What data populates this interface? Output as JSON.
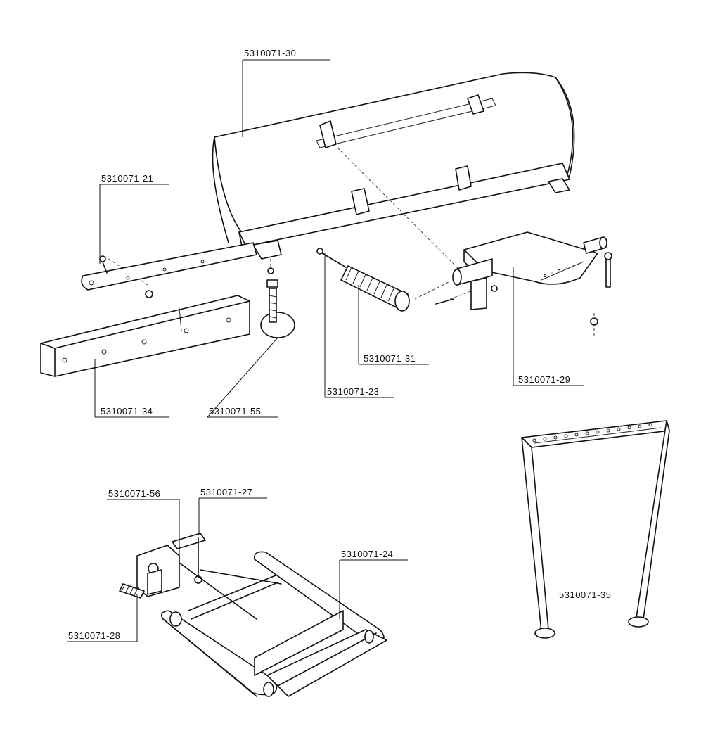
{
  "diagram": {
    "labels": {
      "p30": "5310071-30",
      "p21": "5310071-21",
      "p31": "5310071-31",
      "p29": "5310071-29",
      "p23": "5310071-23",
      "p34": "5310071-34",
      "p55": "5310071-55",
      "p56": "5310071-56",
      "p27": "5310071-27",
      "p24": "5310071-24",
      "p28": "5310071-28",
      "p35": "5310071-35"
    }
  }
}
